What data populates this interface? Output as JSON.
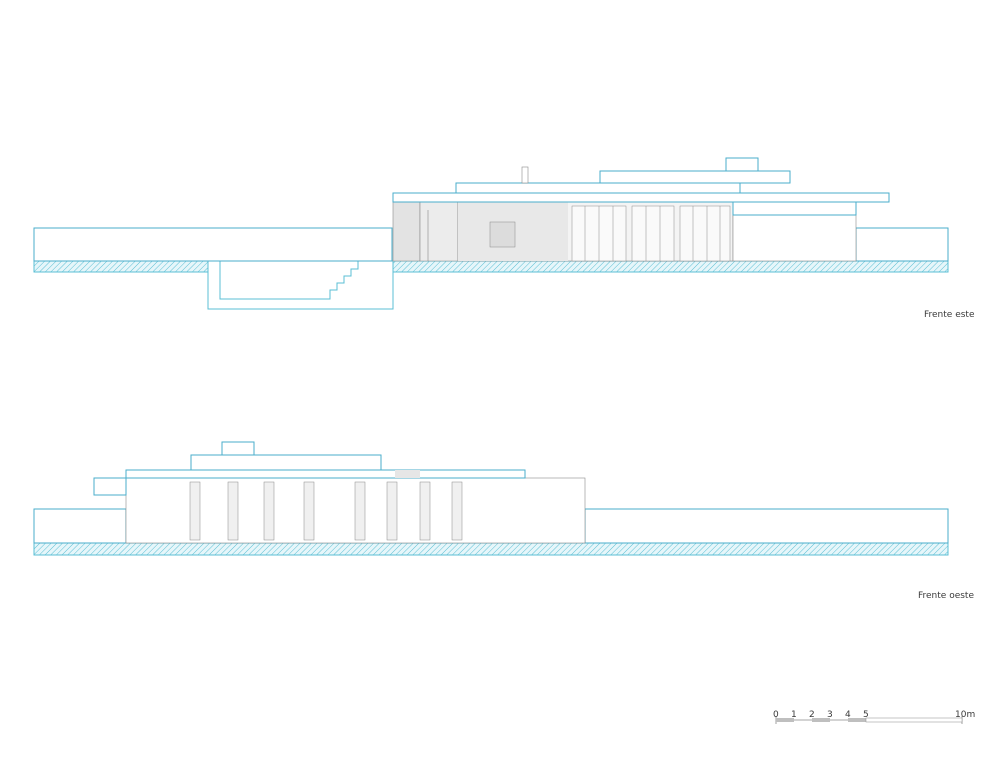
{
  "elevations": [
    {
      "id": "east",
      "title": "Frente este"
    },
    {
      "id": "west",
      "title": "Frente oeste"
    }
  ],
  "scale_bar": {
    "ticks": [
      "0",
      "1",
      "2",
      "3",
      "4",
      "5",
      "10m"
    ]
  },
  "colors": {
    "ground": "#5bbfd4",
    "outline": "#4aaecb",
    "line": "#8a8a8a",
    "shade": "#e3e3e3",
    "text": "#3a3a3a"
  }
}
